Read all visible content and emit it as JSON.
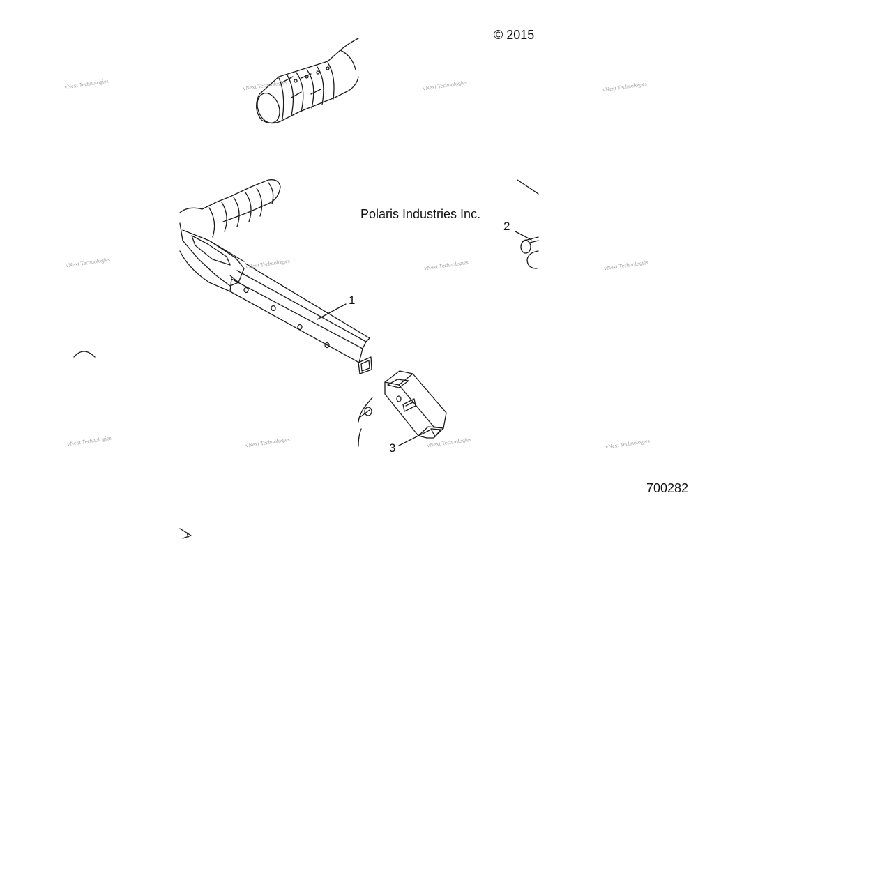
{
  "diagram": {
    "copyright": "© 2015",
    "company": "Polaris Industries Inc.",
    "figure_number": "700282",
    "callouts": [
      {
        "label": "1"
      },
      {
        "label": "2"
      },
      {
        "label": "3"
      }
    ],
    "watermark": "vNext Technologies"
  }
}
